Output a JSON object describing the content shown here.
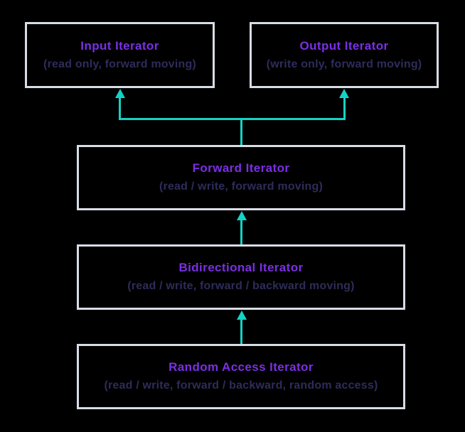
{
  "colors": {
    "background": "#000000",
    "box_border": "#d8dce6",
    "box_fill": "#000000",
    "title_text": "#7b2fe3",
    "subtitle_text": "#2d2c5a",
    "arrow": "#14d2c5"
  },
  "nodes": [
    {
      "id": "input-iterator",
      "title": "Input Iterator",
      "subtitle": "(read only, forward moving)"
    },
    {
      "id": "output-iterator",
      "title": "Output Iterator",
      "subtitle": "(write only, forward moving)"
    },
    {
      "id": "forward-iterator",
      "title": "Forward Iterator",
      "subtitle": "(read / write, forward moving)"
    },
    {
      "id": "bidirectional-iterator",
      "title": "Bidirectional Iterator",
      "subtitle": "(read / write, forward / backward moving)"
    },
    {
      "id": "random-access-iterator",
      "title": "Random Access Iterator",
      "subtitle": "(read / write, forward / backward, random access)"
    }
  ],
  "edges": [
    {
      "from": "forward-iterator",
      "to": "input-iterator",
      "direction": "up"
    },
    {
      "from": "forward-iterator",
      "to": "output-iterator",
      "direction": "up"
    },
    {
      "from": "bidirectional-iterator",
      "to": "forward-iterator",
      "direction": "up"
    },
    {
      "from": "random-access-iterator",
      "to": "bidirectional-iterator",
      "direction": "up"
    }
  ]
}
